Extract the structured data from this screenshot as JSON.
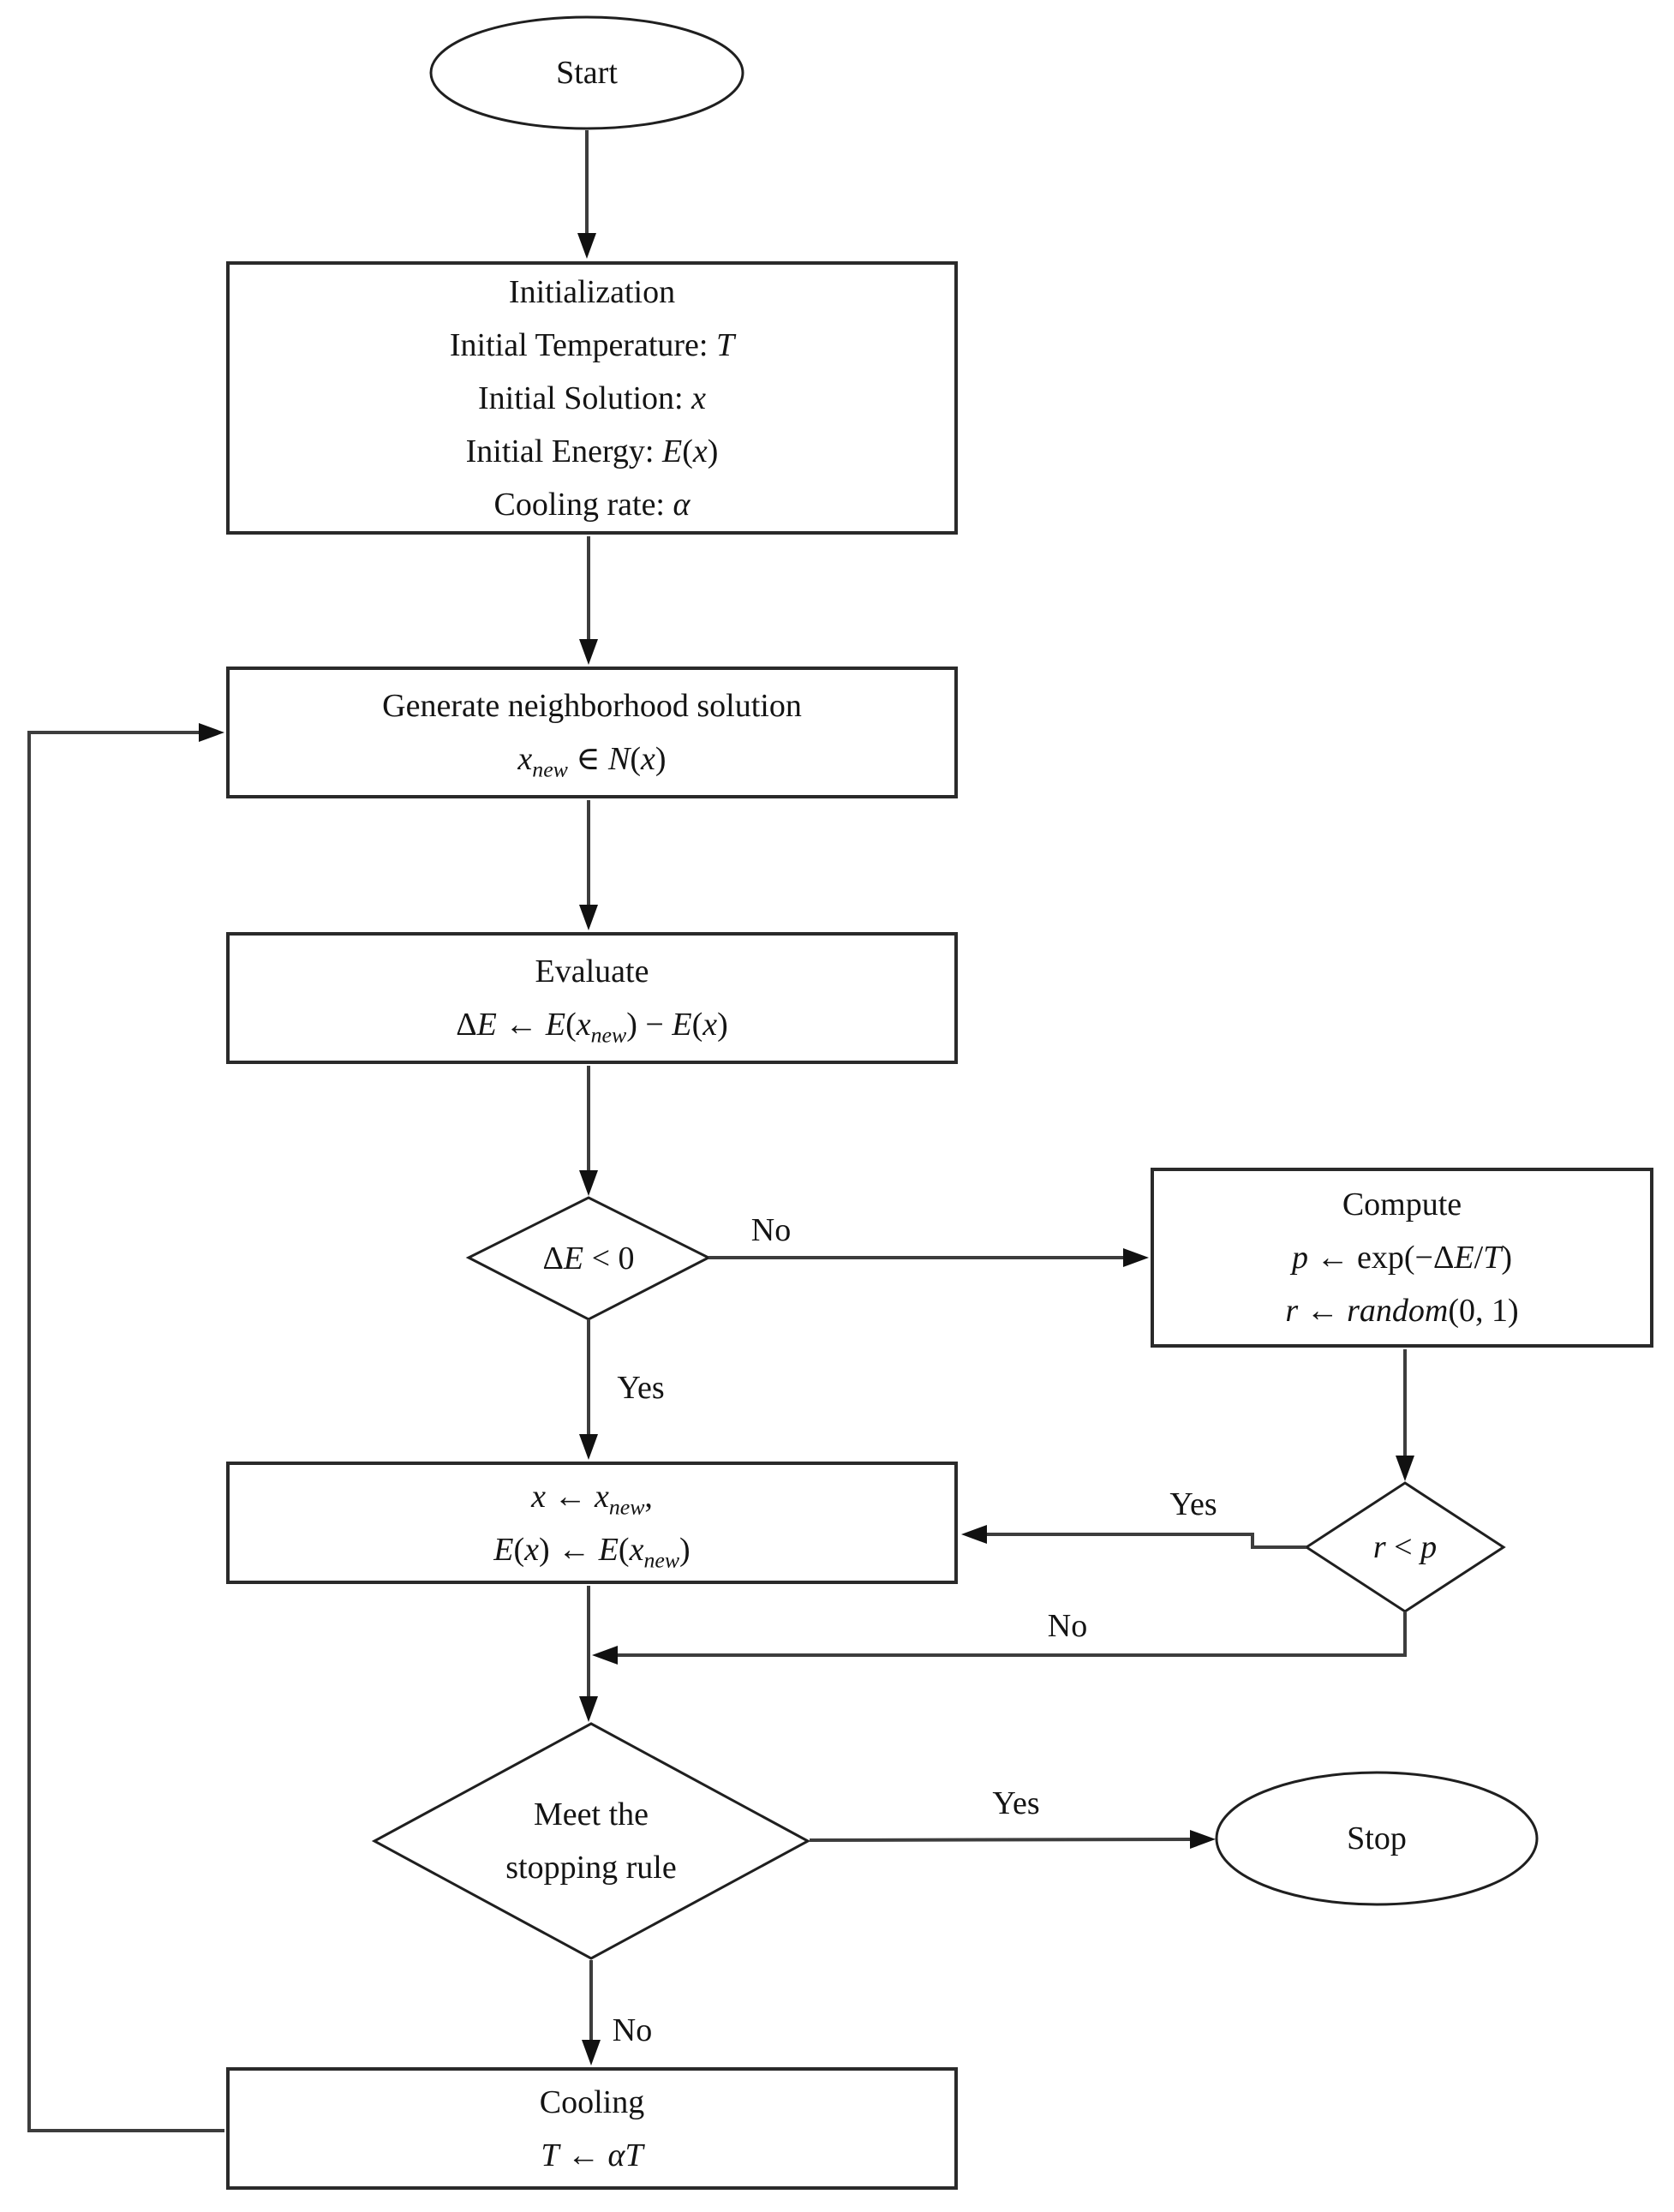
{
  "canvas": {
    "background": "#ffffff",
    "line_color": "#3d3d3d",
    "border_color": "#2a2a2a",
    "text_color": "#141414"
  },
  "nodes": {
    "start": {
      "label": "Start"
    },
    "initialization": {
      "lines": [
        "Initialization",
        "Initial Temperature: *T*",
        "Initial Solution: *x*",
        "Initial Energy: *E*(*x*)",
        "Cooling rate: *α*"
      ]
    },
    "generate": {
      "lines": [
        "Generate neighborhood solution",
        "*x*_{new} ∈ *N*(*x*)"
      ]
    },
    "evaluate": {
      "lines": [
        "Evaluate",
        "Δ*E* ← *E*(*x*_{new}) − *E*(*x*)"
      ]
    },
    "delta_decision": {
      "label": "Δ*E* < 0"
    },
    "compute": {
      "lines": [
        "Compute",
        "*p* ← exp(−Δ*E*/*T*)",
        "*r* ← *random*(0, 1)"
      ]
    },
    "accept": {
      "lines": [
        "*x* ← *x*_{new},",
        "*E*(*x*) ← *E*(*x*_{new})"
      ]
    },
    "rp_decision": {
      "label": "*r* < *p*"
    },
    "stop_decision": {
      "lines": [
        "Meet the",
        "stopping rule"
      ]
    },
    "stop": {
      "label": "Stop"
    },
    "cooling": {
      "lines": [
        "Cooling",
        "*T* ← *αT*"
      ]
    }
  },
  "edge_labels": {
    "delta_no": "No",
    "delta_yes": "Yes",
    "rp_yes": "Yes",
    "rp_no": "No",
    "stop_yes": "Yes",
    "stop_no": "No"
  }
}
